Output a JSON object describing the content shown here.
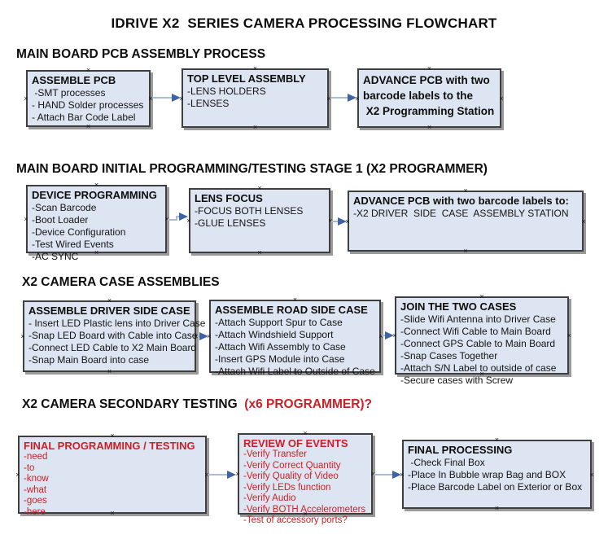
{
  "page_title": "IDRIVE X2  SERIES CAMERA PROCESSING FLOWCHART",
  "glyphs": {
    "connector_handle": "×"
  },
  "colors": {
    "box_fill": "#dce5f1",
    "box_border": "#3f3f3f",
    "box_shadow": "#9a9a9a",
    "arrow_line": "#a8bcd9",
    "arrow_head": "#3d62a6",
    "red_text": "#cc2026"
  },
  "sections": [
    {
      "heading": "MAIN BOARD PCB ASSEMBLY PROCESS",
      "boxes": [
        {
          "title": "ASSEMBLE PCB",
          "lines": [
            " -SMT processes",
            "- HAND Solder processes",
            "- Attach Bar Code Label"
          ]
        },
        {
          "title": "TOP LEVEL ASSEMBLY",
          "lines": [
            "-LENS HOLDERS",
            "-LENSES"
          ]
        },
        {
          "title": "ADVANCE PCB with two\nbarcode labels to the\n X2 Programming Station",
          "lines": []
        }
      ]
    },
    {
      "heading": "MAIN BOARD INITIAL PROGRAMMING/TESTING STAGE 1 (X2 PROGRAMMER)",
      "boxes": [
        {
          "title": "DEVICE PROGRAMMING",
          "lines": [
            "-Scan Barcode",
            "-Boot Loader",
            "-Device Configuration",
            "-Test Wired Events",
            "-AC SYNC"
          ]
        },
        {
          "title": "LENS FOCUS",
          "lines": [
            "-FOCUS BOTH LENSES",
            "-GLUE LENSES"
          ]
        },
        {
          "title": "ADVANCE PCB with two barcode labels to:",
          "lines": [
            "-X2 DRIVER  SIDE  CASE  ASSEMBLY STATION"
          ]
        }
      ]
    },
    {
      "heading": "X2 CAMERA CASE ASSEMBLIES",
      "boxes": [
        {
          "title": "ASSEMBLE DRIVER SIDE CASE",
          "lines": [
            "- Insert LED Plastic lens into Driver Case",
            "-Snap LED Board with Cable into Case",
            "-Connect LED Cable to X2 Main Board",
            "-Snap Main Board into case"
          ]
        },
        {
          "title": "ASSEMBLE ROAD SIDE CASE",
          "lines": [
            "-Attach Support Spur to Case",
            "-Attach Windshield Support",
            "-Attach Wifi Assembly to Case",
            "-Insert GPS Module into Case",
            "-Attach Wifi Label to Outside of Case"
          ]
        },
        {
          "title": "JOIN THE TWO CASES",
          "lines": [
            "-Slide Wifi Antenna into Driver Case",
            "-Connect Wifi Cable to Main Board",
            "-Connect GPS Cable to Main Board",
            "-Snap Cases Together",
            "-Attach S/N Label to outside of case",
            "-Secure cases with Screw"
          ]
        }
      ]
    },
    {
      "heading": "X2 CAMERA SECONDARY TESTING  ",
      "heading_red": "(x6 PROGRAMMER)?",
      "boxes": [
        {
          "title": "FINAL PROGRAMMING / TESTING",
          "lines": [
            "-need",
            "-to",
            "-know",
            "-what",
            "-goes",
            "-here"
          ]
        },
        {
          "title": "REVIEW OF EVENTS",
          "lines": [
            "-Verify Transfer",
            "-Verify Correct Quantity",
            "-Verify Quality of Video",
            "-Verify LEDs function",
            "-Verify Audio",
            "-Verify BOTH Accelerometers",
            "-Test of accessory ports?"
          ]
        },
        {
          "title": "FINAL PROCESSING",
          "lines": [
            " -Check Final Box",
            "-Place In Bubble wrap Bag and BOX",
            "-Place Barcode Label on Exterior or Box"
          ]
        }
      ]
    }
  ]
}
